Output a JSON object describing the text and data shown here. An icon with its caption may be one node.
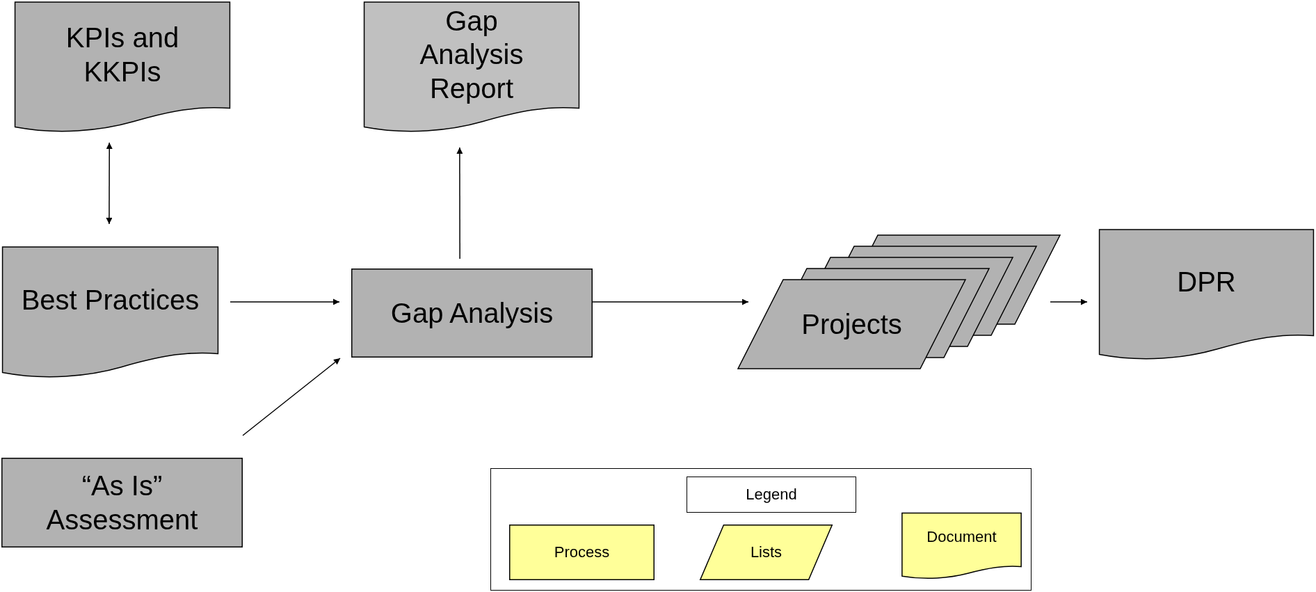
{
  "diagram": {
    "nodes": [
      {
        "text": [
          "KPIs and KKPIs"
        ]
      },
      {
        "text": [
          "Gap Analysis Report"
        ]
      },
      {
        "text": [
          "Best Practices"
        ]
      },
      {
        "text": [
          "Gap Analysis"
        ]
      },
      {
        "text": [
          "Projects"
        ]
      },
      {
        "text": [
          "DPR"
        ]
      },
      {
        "text": [
          "“As Is” Assessment"
        ]
      }
    ],
    "edges": [
      {
        "from": 0,
        "to": 2,
        "arrow": "both"
      },
      {
        "from": 3,
        "to": 1,
        "arrow": "to"
      },
      {
        "from": 2,
        "to": 3,
        "arrow": "to"
      },
      {
        "from": 6,
        "to": 3,
        "arrow": "to"
      },
      {
        "from": 3,
        "to": 4,
        "arrow": "to"
      },
      {
        "from": 4,
        "to": 5,
        "arrow": "to"
      }
    ],
    "labels": [
      "Legend"
    ],
    "legend": [
      {
        "text": "Process"
      },
      {
        "text": "Lists"
      },
      {
        "text": "Document"
      }
    ]
  }
}
